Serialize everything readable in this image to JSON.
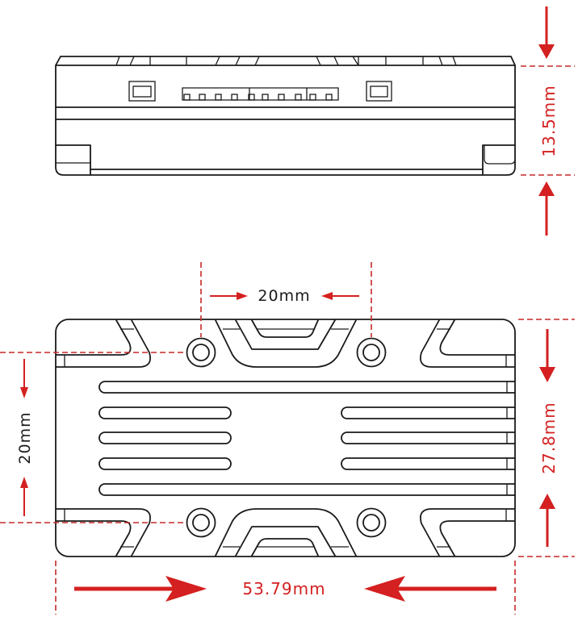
{
  "colors": {
    "dimension": "#d42020",
    "outline": "#1a1a1a"
  },
  "dimensions": {
    "height": "13.5mm",
    "hole_spacing_x": "20mm",
    "hole_spacing_y": "20mm",
    "width": "27.8mm",
    "length": "53.79mm"
  }
}
